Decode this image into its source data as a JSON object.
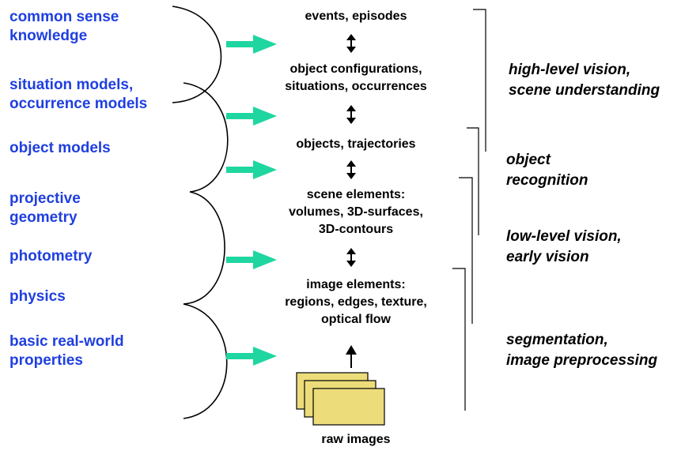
{
  "left_labels": {
    "common_sense": [
      "common sense",
      "knowledge"
    ],
    "situation_models": [
      "situation models,",
      "occurrence models"
    ],
    "object_models": [
      "object models"
    ],
    "projective_geometry": [
      "projective",
      "geometry"
    ],
    "photometry": [
      "photometry"
    ],
    "physics": [
      "physics"
    ],
    "basic_properties": [
      "basic real-world",
      "properties"
    ]
  },
  "center_labels": {
    "events": [
      "events, episodes"
    ],
    "configurations": [
      "object configurations,",
      "situations, occurrences"
    ],
    "objects": [
      "objects, trajectories"
    ],
    "scene_elements": [
      "scene elements:",
      "volumes, 3D-surfaces,",
      "3D-contours"
    ],
    "image_elements": [
      "image elements:",
      "regions, edges, texture,",
      "optical flow"
    ],
    "raw_images": [
      "raw images"
    ]
  },
  "right_labels": {
    "high_level": [
      "high-level vision,",
      "scene understanding"
    ],
    "object_recognition": [
      "object",
      "recognition"
    ],
    "low_level": [
      "low-level vision,",
      "early vision"
    ],
    "segmentation": [
      "segmentation,",
      "image preprocessing"
    ]
  },
  "colors": {
    "left_text": "#1f3fe0",
    "arrow": "#1fd6a0",
    "image_fill": "#ecdc7a"
  }
}
